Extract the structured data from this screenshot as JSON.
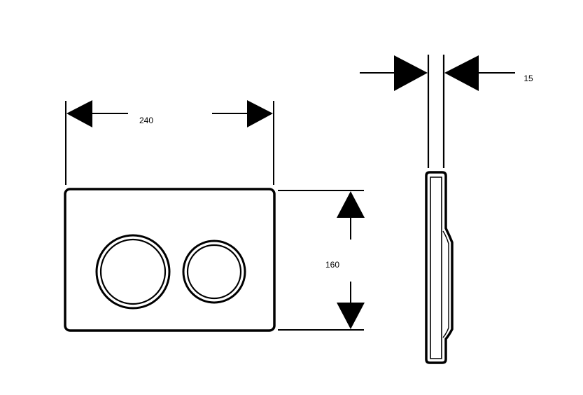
{
  "diagram": {
    "dimensions": {
      "width": "240",
      "height": "160",
      "depth": "15"
    },
    "colors": {
      "line": "#000000",
      "background": "#ffffff"
    }
  }
}
